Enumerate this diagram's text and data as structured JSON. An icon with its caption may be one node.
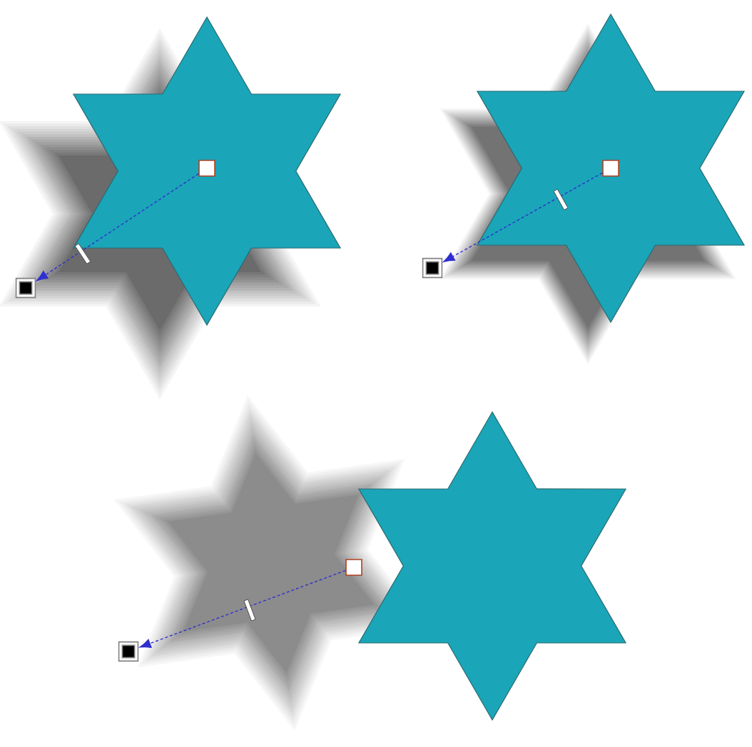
{
  "diagram": {
    "nodes": [
      {
        "text": [],
        "shape": "star"
      },
      {
        "text": [],
        "shape": "box",
        "in": 0
      },
      {
        "text": [],
        "shape": "box"
      },
      {
        "text": [],
        "shape": "star"
      },
      {
        "text": [],
        "shape": "box",
        "in": 3
      },
      {
        "text": [],
        "shape": "box"
      },
      {
        "text": [],
        "shape": "star"
      },
      {
        "text": [],
        "shape": "box"
      },
      {
        "text": [],
        "shape": "box"
      }
    ],
    "edges": [
      {
        "from": 1,
        "to": 2,
        "arrow": "to",
        "style": "dashed"
      },
      {
        "from": 4,
        "to": 5,
        "arrow": "to",
        "style": "dashed"
      },
      {
        "from": 7,
        "to": 8,
        "arrow": "to",
        "style": "dashed"
      }
    ]
  }
}
